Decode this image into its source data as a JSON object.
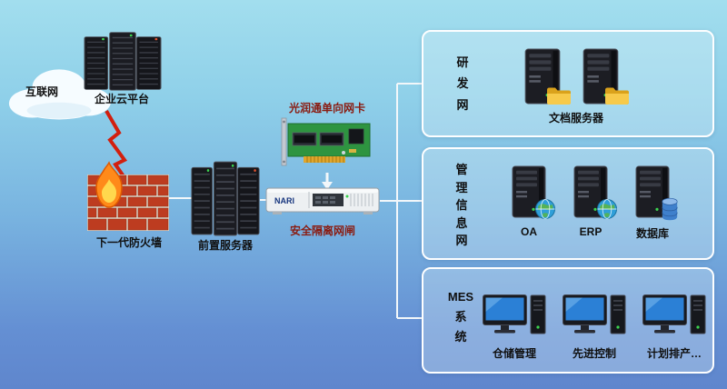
{
  "colors": {
    "background_top": "#a2deee",
    "background_bottom": "#5f86cd",
    "label_text": "#101010",
    "highlight_label_text": "#8a1c12",
    "group_box_border": "#ffffff",
    "connector_line": "#f2f7fa",
    "lightning_red": "#d21f0e",
    "brick_red": "#bd3c20",
    "flame_orange": "#ff8a1a",
    "pcb_green": "#2e9440"
  },
  "diagram": {
    "internet": {
      "label": "互联网"
    },
    "cloud_platform": {
      "label": "企业云平台"
    },
    "firewall": {
      "label": "下一代防火墙"
    },
    "front_server": {
      "label": "前置服务器"
    },
    "nic": {
      "label": "光润通单向网卡"
    },
    "gateway": {
      "label": "安全隔离网闸",
      "brand": "NARI"
    },
    "groups": [
      {
        "id": "rd-network",
        "label": "研\n发\n网",
        "caption": "文档服务器",
        "items": [
          {
            "icon": "document-server"
          },
          {
            "icon": "document-server"
          }
        ]
      },
      {
        "id": "management-info-network",
        "label": "管\n理\n信\n息\n网",
        "items": [
          {
            "icon": "globe-server",
            "label": "OA"
          },
          {
            "icon": "globe-server",
            "label": "ERP"
          },
          {
            "icon": "database-server",
            "label": "数据库"
          }
        ]
      },
      {
        "id": "mes-system",
        "label": "MES\n系\n统",
        "items": [
          {
            "icon": "desktop-computer",
            "label": "仓储管理"
          },
          {
            "icon": "desktop-computer",
            "label": "先进控制"
          },
          {
            "icon": "desktop-computer",
            "label": "计划排产…"
          }
        ]
      }
    ]
  }
}
